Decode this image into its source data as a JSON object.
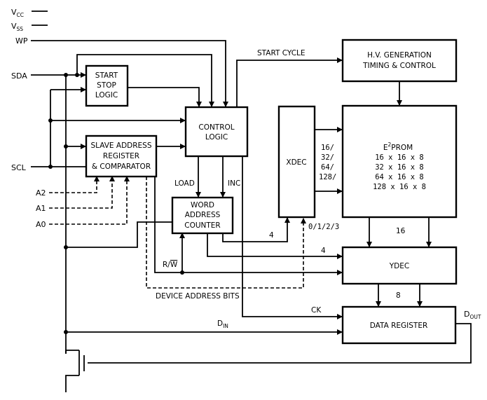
{
  "pins": {
    "vcc": "V",
    "vcc_sub": "CC",
    "vss": "V",
    "vss_sub": "SS",
    "wp": "WP",
    "sda": "SDA",
    "scl": "SCL",
    "a2": "A2",
    "a1": "A1",
    "a0": "A0",
    "dout": "D",
    "dout_sub": "OUT"
  },
  "blocks": {
    "start_stop": [
      "START",
      "STOP",
      "LOGIC"
    ],
    "control_logic": [
      "CONTROL",
      "LOGIC"
    ],
    "slave_address": [
      "SLAVE ADDRESS",
      "REGISTER",
      "& COMPARATOR"
    ],
    "word_address": [
      "WORD",
      "ADDRESS",
      "COUNTER"
    ],
    "xdec": "XDEC",
    "hv_gen": [
      "H.V. GENERATION",
      "TIMING & CONTROL"
    ],
    "eeprom_title": "E",
    "eeprom_title_sup": "2",
    "eeprom_title_rest": "PROM",
    "eeprom_configs": [
      "16 x 16 x 8",
      "32 x 16 x 8",
      "64 x 16 x 8",
      "128 x 16 x 8"
    ],
    "ydec": "YDEC",
    "data_register": "DATA REGISTER"
  },
  "labels": {
    "start_cycle": "START CYCLE",
    "load": "LOAD",
    "inc": "INC",
    "row_widths": [
      "16/",
      "32/",
      "64/",
      "128/"
    ],
    "bus_4_a": "4",
    "bus_4_b": "4",
    "bus_16": "16",
    "bus_8": "8",
    "col_sel": "0/1/2/3",
    "rw": "R/W",
    "device_address_bits": "DEVICE ADDRESS BITS",
    "ck": "CK",
    "din": "D",
    "din_sub": "IN"
  }
}
